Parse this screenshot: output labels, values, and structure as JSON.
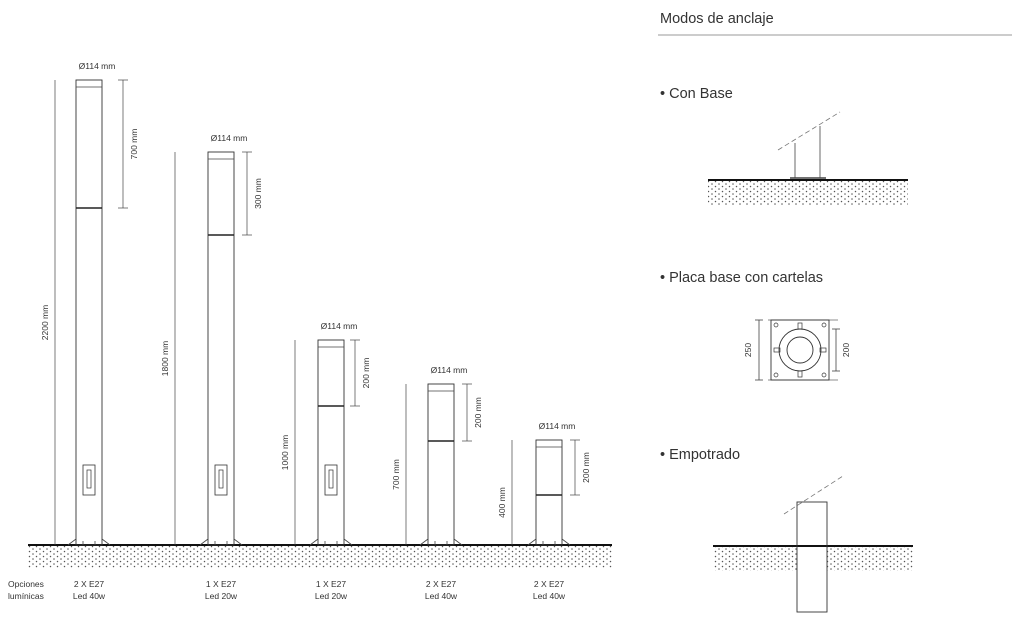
{
  "right_panel": {
    "title": "Modos de anclaje",
    "items": [
      {
        "label": "• Con Base"
      },
      {
        "label": "• Placa base con cartelas"
      },
      {
        "label": "• Empotrado"
      }
    ],
    "plate_dims": {
      "outer": "250",
      "inner": "200"
    }
  },
  "options_label": [
    "Opciones",
    "lumínicas"
  ],
  "poles": [
    {
      "diameter": "Ø114 mm",
      "height": "2200 mm",
      "head": "700 mm",
      "lamp": "2 X E27",
      "led": "Led 40w",
      "has_door": true
    },
    {
      "diameter": "Ø114 mm",
      "height": "1800 mm",
      "head": "300 mm",
      "lamp": "1 X E27",
      "led": "Led 20w",
      "has_door": true
    },
    {
      "diameter": "Ø114 mm",
      "height": "1000 mm",
      "head": "200 mm",
      "lamp": "1 X E27",
      "led": "Led 20w",
      "has_door": true
    },
    {
      "diameter": "Ø114 mm",
      "height": "700 mm",
      "head": "200 mm",
      "lamp": "2 X E27",
      "led": "Led 40w",
      "has_door": false
    },
    {
      "diameter": "Ø114 mm",
      "height": "400 mm",
      "head": "200 mm",
      "lamp": "2 X E27",
      "led": "Led 40w",
      "has_door": false
    }
  ]
}
